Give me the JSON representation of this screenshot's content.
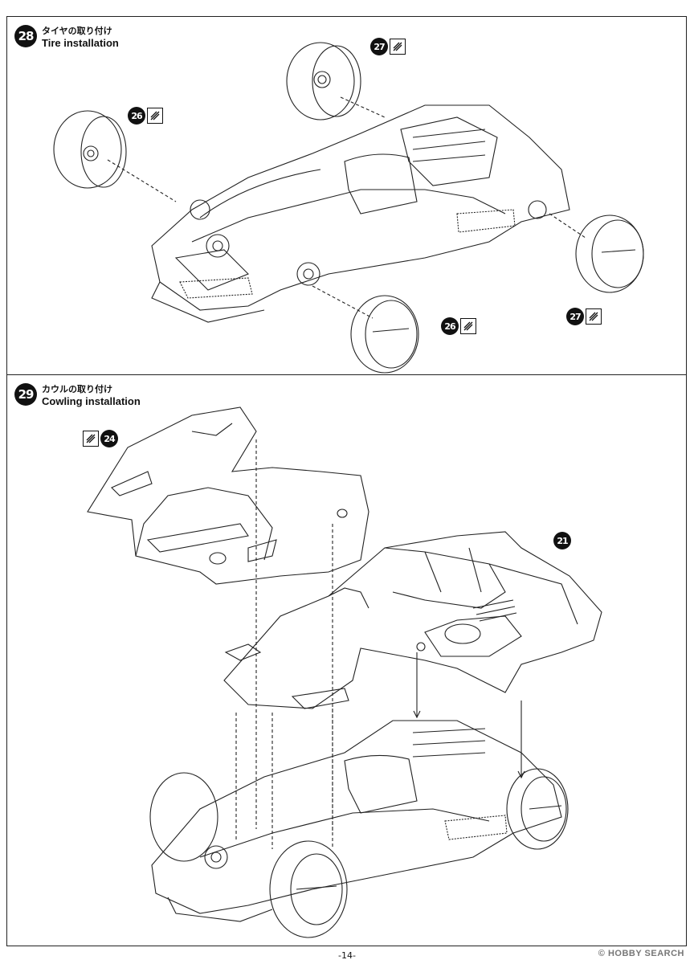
{
  "steps": [
    {
      "number": "28",
      "title_jp": "タイヤの取り付け",
      "title_en": "Tire installation",
      "callouts": [
        {
          "part": "27"
        },
        {
          "part": "26"
        },
        {
          "part": "26"
        },
        {
          "part": "27"
        }
      ]
    },
    {
      "number": "29",
      "title_jp": "カウルの取り付け",
      "title_en": "Cowling installation",
      "callouts": [
        {
          "part": "24"
        },
        {
          "part": "21"
        }
      ]
    }
  ],
  "icons": {
    "glue": "glue-tube-icon"
  },
  "footer": {
    "page": "-14-",
    "watermark": "© HOBBY SEARCH"
  }
}
